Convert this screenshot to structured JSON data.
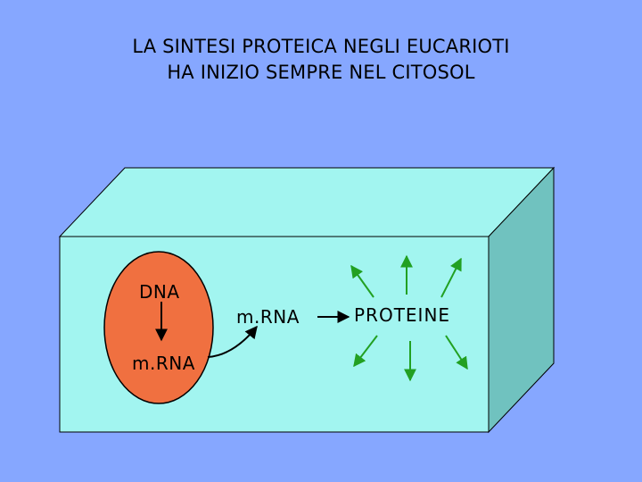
{
  "title": {
    "line1": "LA SINTESI PROTEICA NEGLI EUCARIOTI",
    "line2": "HA INIZIO SEMPRE NEL CITOSOL"
  },
  "nucleus": {
    "top_label": "DNA",
    "bottom_label": "m.RNA"
  },
  "cytosol": {
    "mrna_label": "m.RNA",
    "product_label": "PROTEINE"
  },
  "colors": {
    "background": "#86a7ff",
    "cell_front": "#a2f5f0",
    "cell_top": "#a2f5f0",
    "cell_side": "#70c2bf",
    "nucleus": "#f07040",
    "arrows_green": "#22a022"
  }
}
